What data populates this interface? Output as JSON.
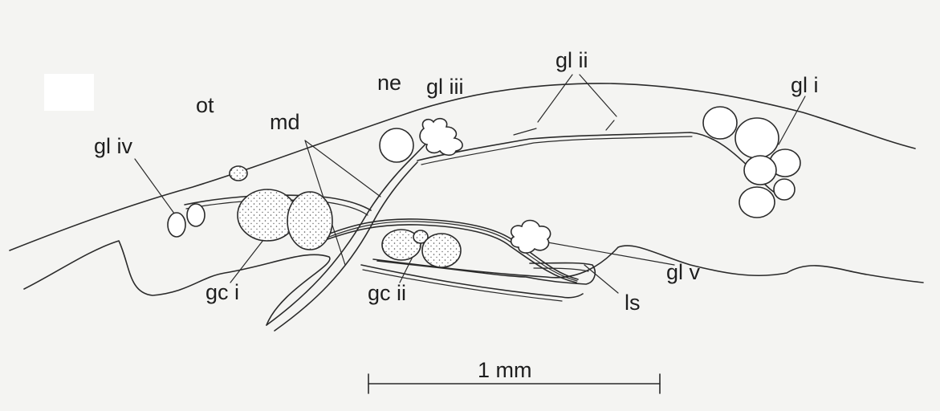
{
  "labels": {
    "gl_i": "gl i",
    "gl_ii": "gl ii",
    "gl_iii": "gl iii",
    "gl_iv": "gl iv",
    "gl_v": "gl v",
    "ne": "ne",
    "ot": "ot",
    "md": "md",
    "gc_i": "gc i",
    "gc_ii": "gc ii",
    "ls": "ls"
  },
  "scale_bar": {
    "label": "1 mm"
  },
  "colors": {
    "ink": "#2a2a2a",
    "paper": "#f4f4f2"
  }
}
